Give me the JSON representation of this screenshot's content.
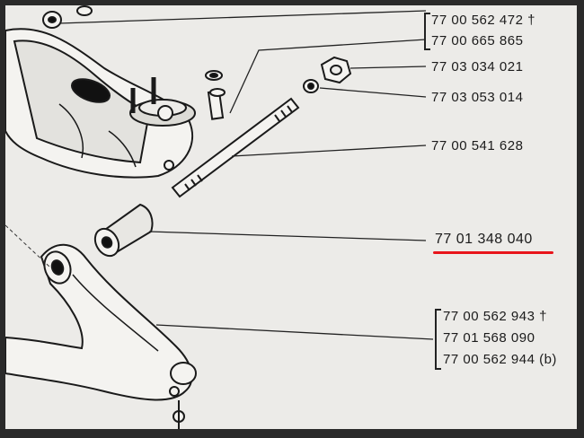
{
  "part_numbers": {
    "group_top": [
      "77 00 562 472 †",
      "77 00 665 865"
    ],
    "nut": "77 03 034 021",
    "washer": "77 03 053 014",
    "bolt": "77 00 541 628",
    "bushing": "77 01 348 040",
    "group_bottom": [
      "77 00 562 943 †",
      "77 01 568 090",
      "77 00 562 944 (b)"
    ]
  },
  "colors": {
    "highlight_underline": "#e8141b",
    "paper": "#ecebe8",
    "ink": "#1b1b1b"
  }
}
